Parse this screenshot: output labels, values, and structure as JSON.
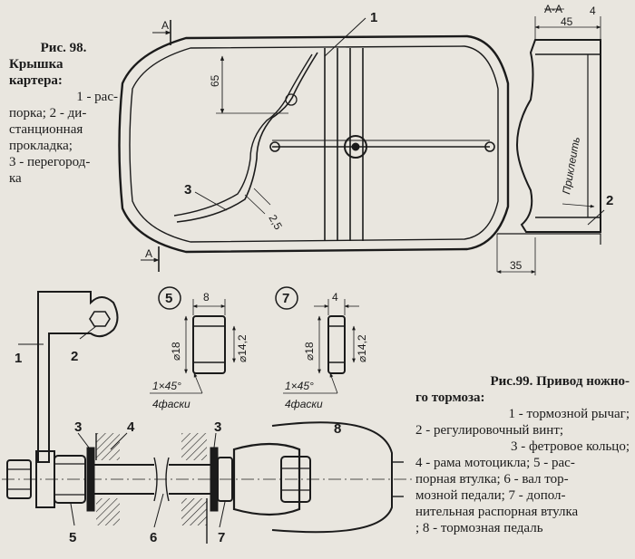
{
  "fig98": {
    "title": "Рис. 98.",
    "subtitle": "Крышка картера:",
    "legend": [
      "1 - распорка; 2 - дистанционная прокладка; 3 - перегородка"
    ],
    "legend_lines": [
      "1 - рас-",
      "порка; 2 - ди-",
      "станционная",
      "прокладка;",
      "3 - перегород-",
      "ка"
    ],
    "section_mark": "А",
    "section_title": "А-А",
    "dims": {
      "d65": "65",
      "d2_5": "2,5",
      "d45": "45",
      "d4": "4",
      "d35": "35"
    },
    "annotation": "Приклеить",
    "part_labels": {
      "p1": "1",
      "p2": "2",
      "p3": "3"
    }
  },
  "fig99": {
    "title": "Рис.99. Привод ножно-",
    "title2": "го тормоза:",
    "legend_lines": [
      "1 - тормозной рычаг;",
      "2 - регулировочный винт;",
      "3 - фетровое кольцо;",
      "4 - рама мотоцикла; 5 - рас-",
      "порная втулка; 6 - вал тор-",
      "мозной педали; 7 - допол-",
      "нительная распорная втулка",
      "; 8 - тормозная педаль"
    ],
    "detail5": {
      "circle_label": "5",
      "width": "8",
      "d_outer": "⌀18",
      "d_inner": "⌀14,2",
      "chamfer": "1×45°",
      "chamfer_note": "4фаски"
    },
    "detail7": {
      "circle_label": "7",
      "width": "4",
      "d_outer": "⌀18",
      "d_inner": "⌀14,2",
      "chamfer": "1×45°",
      "chamfer_note": "4фаски"
    },
    "label8": "8",
    "part_labels": {
      "p1": "1",
      "p2": "2",
      "p3a": "3",
      "p4": "4",
      "p3b": "3",
      "p5": "5",
      "p6": "6",
      "p7": "7"
    }
  }
}
